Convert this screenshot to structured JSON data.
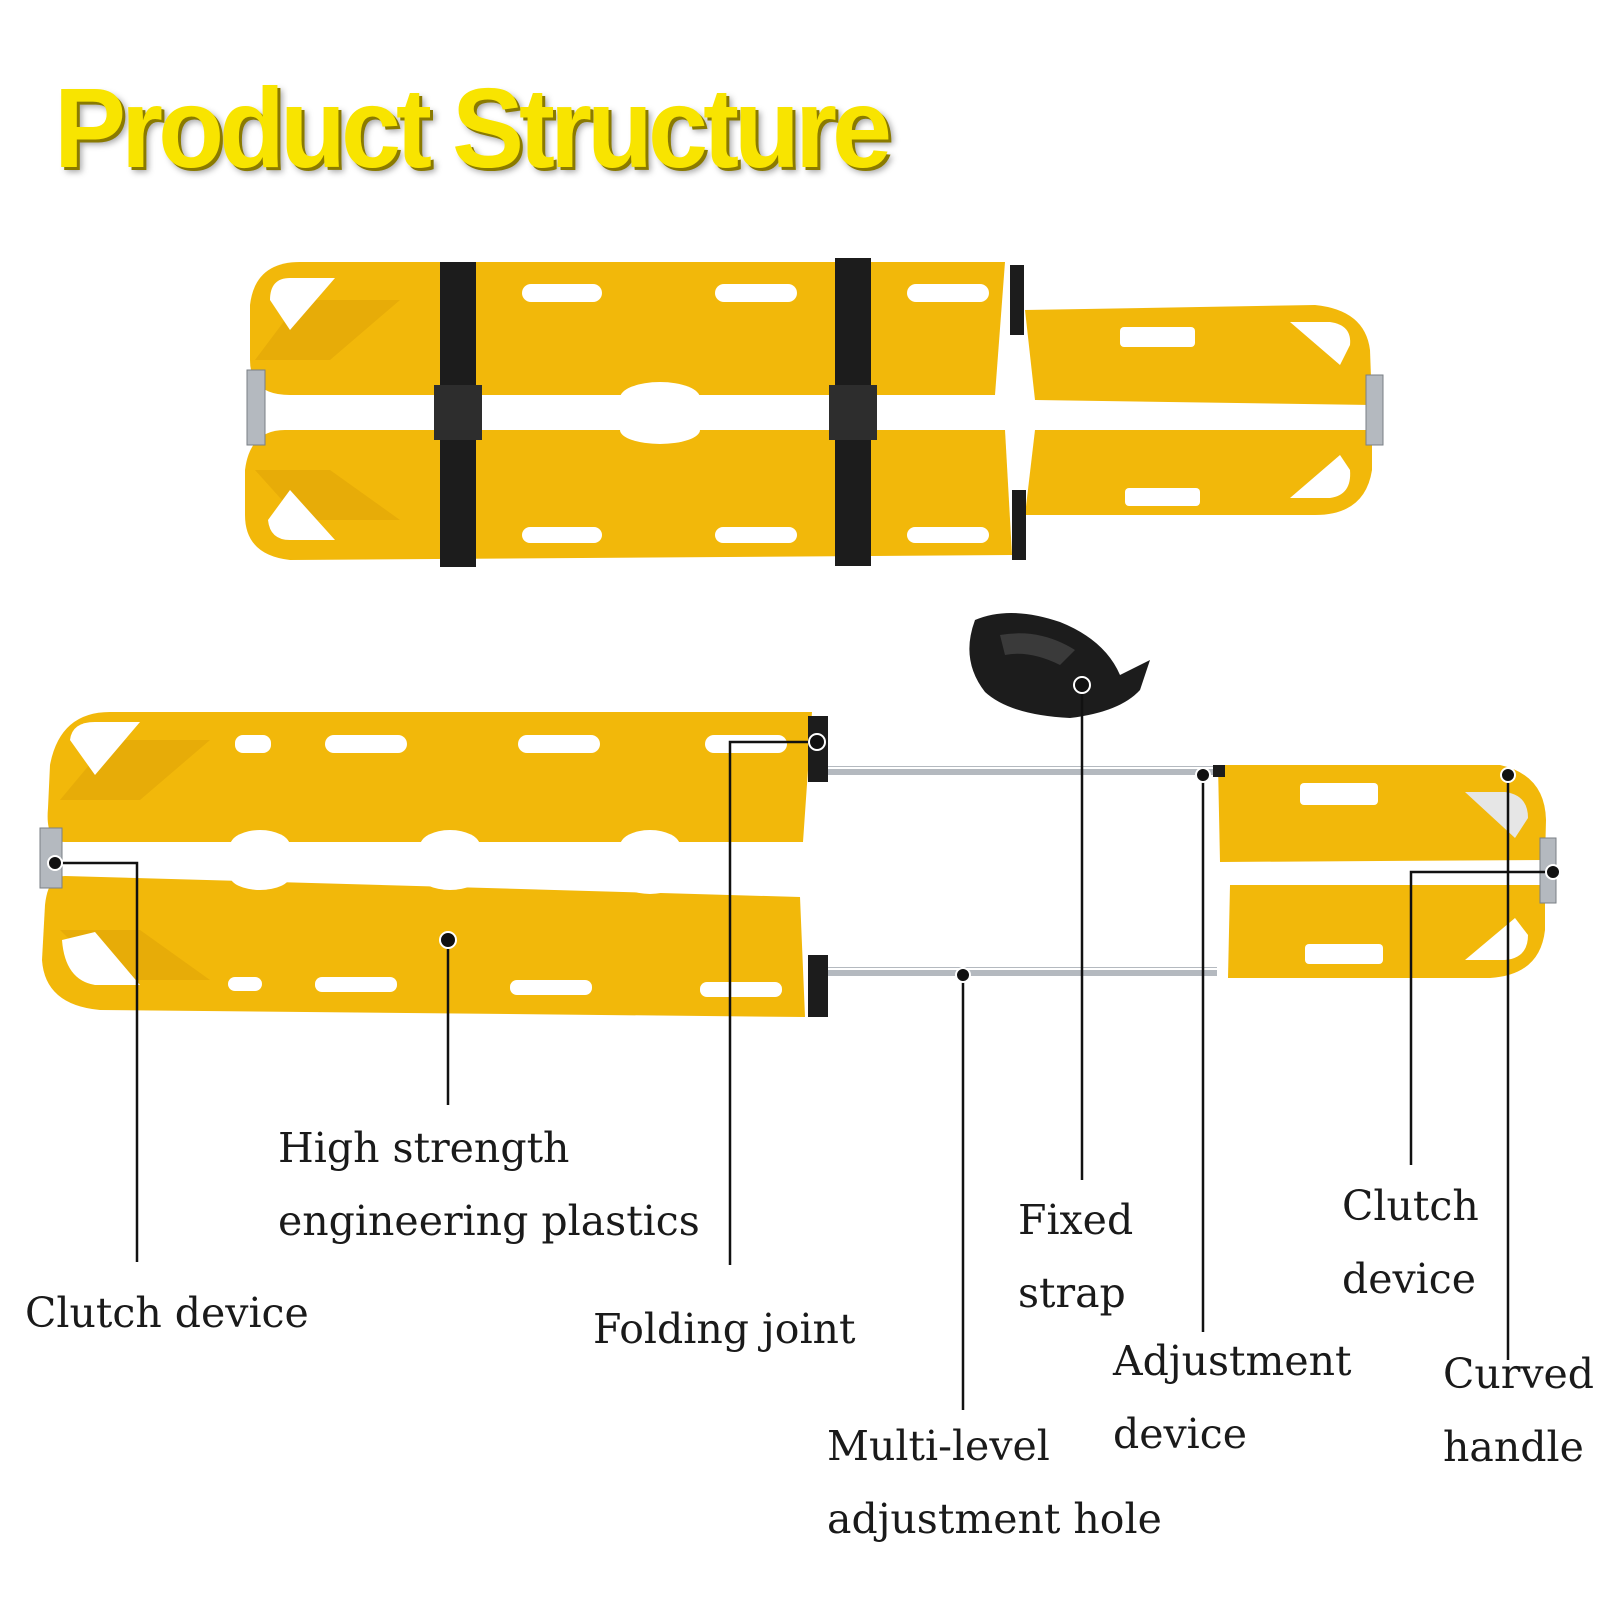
{
  "title": "Product Structure",
  "colors": {
    "title": "#f8e400",
    "board": "#f2b80a",
    "board_shade": "#d99e06",
    "strap": "#1c1c1c",
    "metal": "#b4b9bf",
    "leader": "#111111"
  },
  "labels": {
    "high_strength": [
      "High strength",
      "engineering plastics"
    ],
    "clutch_left": [
      "Clutch device"
    ],
    "folding_joint": [
      "Folding joint"
    ],
    "fixed_strap": [
      "Fixed",
      "strap"
    ],
    "multi_level": [
      "Multi-level",
      "adjustment hole"
    ],
    "adjustment": [
      "Adjustment",
      "device"
    ],
    "clutch_right": [
      "Clutch",
      "device"
    ],
    "curved_handle": [
      "Curved",
      "handle"
    ]
  }
}
